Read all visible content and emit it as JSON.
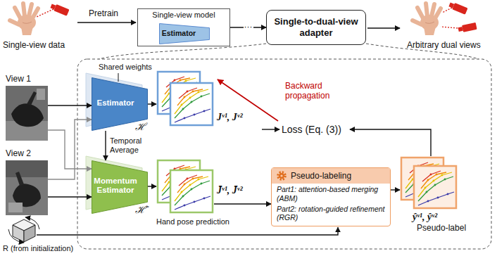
{
  "diagram": {
    "nodes": [
      {
        "text": [
          "Single-view model"
        ]
      },
      {
        "text": [
          "Estimator"
        ],
        "in": 0
      },
      {
        "text": [
          "Single-to-dual-view adapter"
        ]
      },
      {
        "text": [
          "View 1"
        ]
      },
      {
        "text": [
          "View 2"
        ]
      },
      {
        "text": [
          "Estimator",
          "ℋ"
        ]
      },
      {
        "text": [
          "Momentum Estimator",
          "ℋ̄"
        ]
      },
      {
        "text": [
          "Jᵛ¹, Jᵛ²"
        ]
      },
      {
        "text": [
          "J̄ᵛ¹, J̄ᵛ²"
        ]
      },
      {
        "text": [
          "Pseudo-labeling",
          "Part1: attention-based merging (ABM)",
          "Part2: rotation-guided refinement (RGR)"
        ]
      },
      {
        "text": [
          "ŷᵛ¹, ŷᵛ²"
        ]
      }
    ],
    "edges": [
      {
        "from": 0,
        "to": 2,
        "arrow": "to",
        "label": "···"
      },
      {
        "from": 3,
        "to": 5,
        "arrow": "to"
      },
      {
        "from": 3,
        "to": 6,
        "arrow": "to"
      },
      {
        "from": 4,
        "to": 5,
        "arrow": "to"
      },
      {
        "from": 4,
        "to": 6,
        "arrow": "to"
      },
      {
        "from": 5,
        "to": 6,
        "arrow": "to",
        "label": "Temporal Average"
      },
      {
        "from": 5,
        "to": 7,
        "arrow": "to"
      },
      {
        "from": 6,
        "to": 8,
        "arrow": "to"
      },
      {
        "from": 8,
        "to": 9,
        "arrow": "to"
      },
      {
        "from": 9,
        "to": 10,
        "arrow": "to"
      }
    ],
    "labels": [
      "Single-view data",
      "Pretrain",
      "Arbitrary dual views",
      "Shared weights",
      "Backward propagation",
      "Loss (Eq. (3))",
      "Hand pose prediction",
      "Pseudo-label",
      "R (from initialization)"
    ]
  }
}
